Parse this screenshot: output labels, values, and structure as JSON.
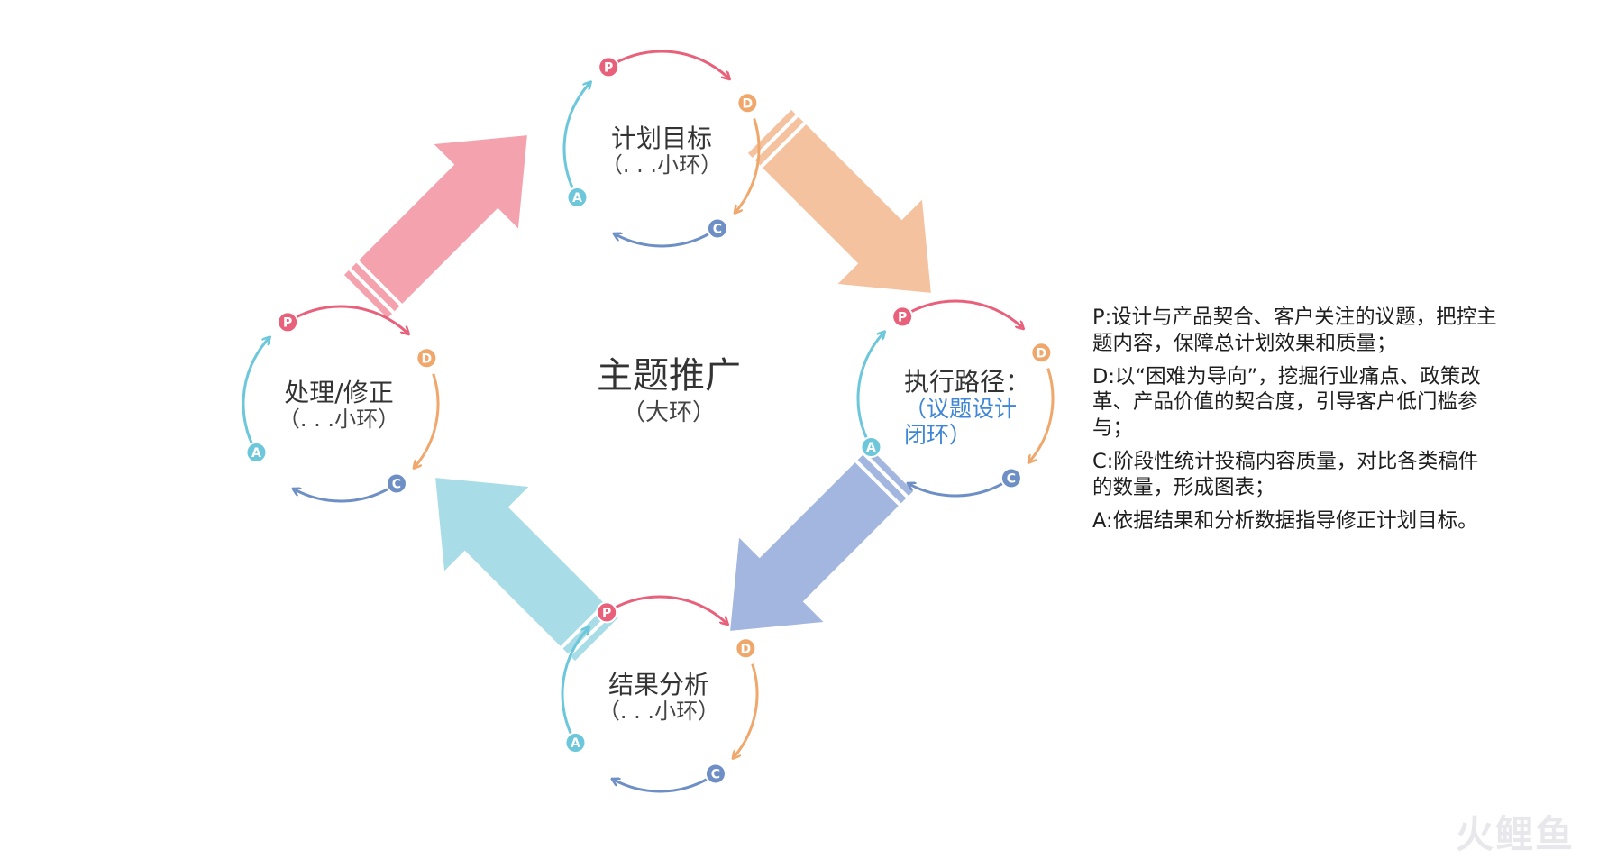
{
  "center": {
    "title": "主题推广",
    "sub": "（大环）"
  },
  "nodes": {
    "top": {
      "title": "计划目标",
      "sub": "（. . .小环）"
    },
    "right": {
      "title": "执行路径：",
      "sub_line1": "（议题设计",
      "sub_line2": "闭环）"
    },
    "bottom": {
      "title": "结果分析",
      "sub": "（. . .小环）"
    },
    "left": {
      "title": "处理/修正",
      "sub": "（. . .小环）"
    }
  },
  "badges": [
    "P",
    "D",
    "C",
    "A"
  ],
  "legend": [
    "P:设计与产品契合、客户关注的议题，把控主题内容，保障总计划效果和质量；",
    "D:以“困难为导向”，挖掘行业痛点、政策改革、产品价值的契合度，引导客户低门槛参与；",
    "C:阶段性统计投稿内容质量，对比各类稿件的数量，形成图表；",
    "A:依据结果和分析数据指导修正计划目标。"
  ],
  "brand": "火鲤鱼",
  "colors": {
    "P": "#e8607a",
    "D": "#f0a76c",
    "C": "#6d8fc6",
    "A": "#6cc7da",
    "arrow_pink": "#f4a2ad",
    "arrow_orange": "#f5c2a0",
    "arrow_blue": "#a3b6e0",
    "arrow_cyan": "#a8dce6",
    "sub_blue": "#3f86d6"
  }
}
